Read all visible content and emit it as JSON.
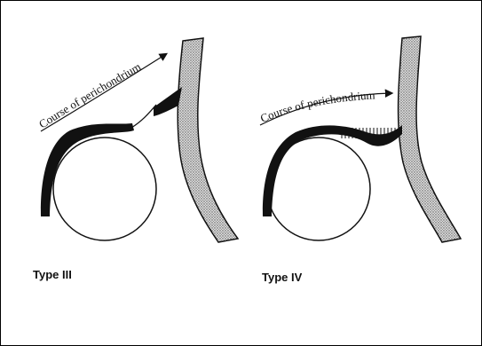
{
  "panels": [
    {
      "caption": "Type III",
      "curve_label": "Course of perichondrium"
    },
    {
      "caption": "Type IV",
      "curve_label": "Course of perichondrium"
    }
  ],
  "colors": {
    "ink": "#111111",
    "stipple": "#555555",
    "background": "#ffffff"
  }
}
